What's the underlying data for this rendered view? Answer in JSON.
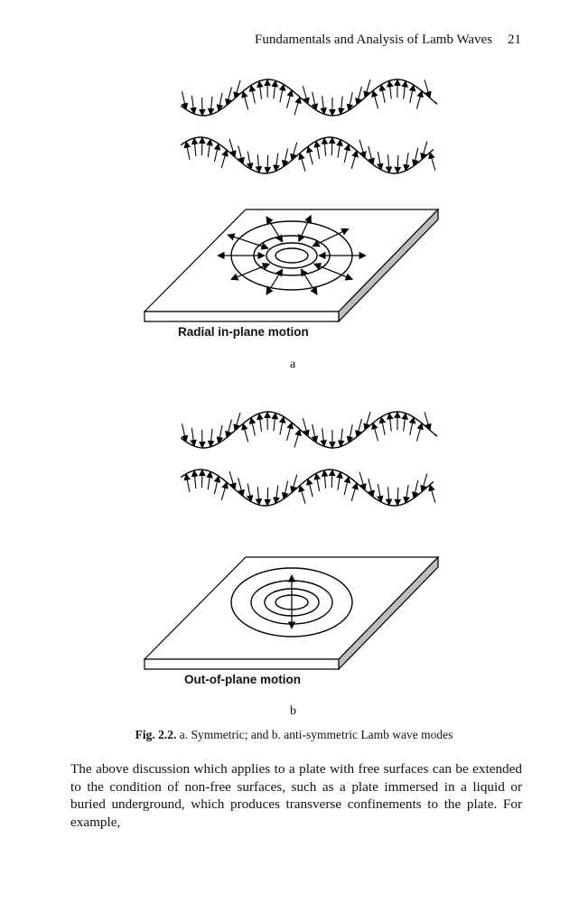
{
  "header": {
    "running_title": "Fundamentals and Analysis of Lamb Waves",
    "page_number": "21"
  },
  "figure": {
    "panel_a": {
      "title": "Radial in-plane motion",
      "sublabel": "a"
    },
    "panel_b": {
      "title": "Out-of-plane motion",
      "sublabel": "b"
    },
    "caption": {
      "number": "Fig. 2.2.",
      "text": " a. Symmetric; and b. anti-symmetric Lamb wave modes"
    }
  },
  "body": {
    "paragraph": "The above discussion which applies to a plate with free surfaces can be extended to the condition of non-free surfaces, such as a plate immersed in a liquid or buried underground, which produces transverse confinements to the plate. For example,"
  }
}
